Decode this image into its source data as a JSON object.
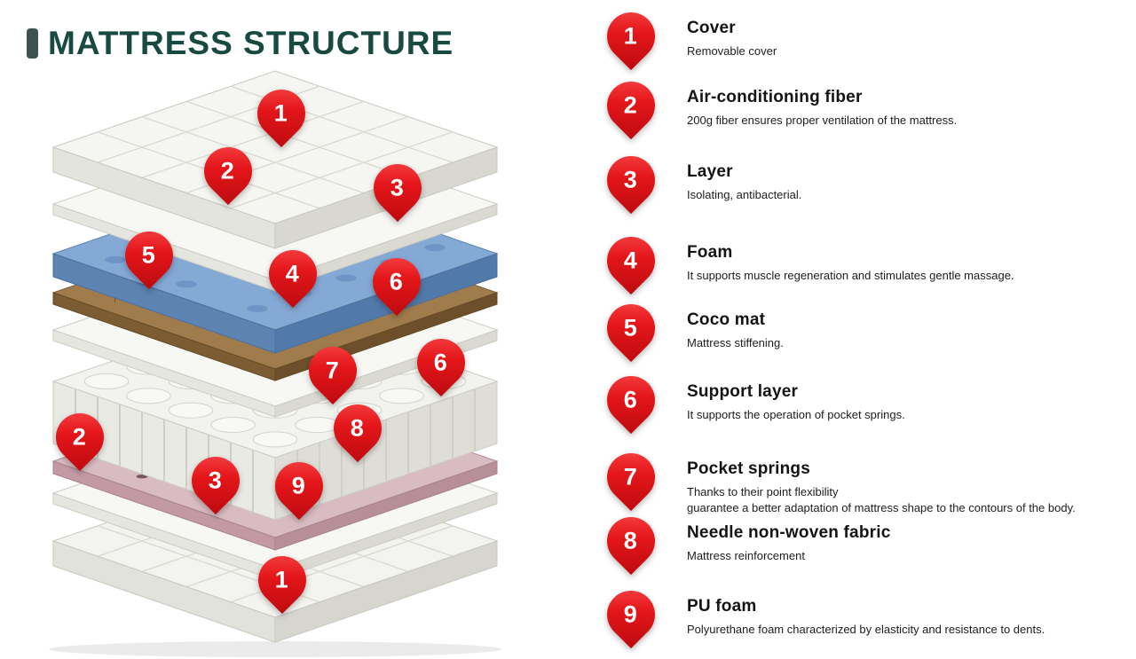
{
  "title": "MATTRESS STRUCTURE",
  "colors": {
    "accent_red": "#e0131a",
    "title_teal": "#194a42",
    "blue_foam": "#85a9d5",
    "coco_brown": "#a07c4c",
    "pu_foam_pink": "#d9bcc2"
  },
  "legend": [
    {
      "num": "1",
      "heading": "Cover",
      "desc": "Removable cover"
    },
    {
      "num": "2",
      "heading": "Air-conditioning fiber",
      "desc": "200g fiber ensures proper ventilation of the mattress."
    },
    {
      "num": "3",
      "heading": "Layer",
      "desc": "Isolating, antibacterial."
    },
    {
      "num": "4",
      "heading": "Foam",
      "desc": "It supports muscle regeneration and stimulates gentle massage."
    },
    {
      "num": "5",
      "heading": "Coco mat",
      "desc": "Mattress stiffening."
    },
    {
      "num": "6",
      "heading": "Support layer",
      "desc": "It supports the operation of pocket springs."
    },
    {
      "num": "7",
      "heading": "Pocket springs",
      "desc": "Thanks to their point flexibility\nguarantee a better adaptation of mattress shape to the contours of the body."
    },
    {
      "num": "8",
      "heading": "Needle non-woven fabric",
      "desc": "Mattress reinforcement"
    },
    {
      "num": "9",
      "heading": "PU foam",
      "desc": "Polyurethane foam characterized by elasticity and resistance to dents."
    }
  ],
  "diagram_pins": [
    {
      "label": "1"
    },
    {
      "label": "2"
    },
    {
      "label": "3"
    },
    {
      "label": "5"
    },
    {
      "label": "4"
    },
    {
      "label": "6"
    },
    {
      "label": "7"
    },
    {
      "label": "6"
    },
    {
      "label": "8"
    },
    {
      "label": "2"
    },
    {
      "label": "3"
    },
    {
      "label": "9"
    },
    {
      "label": "1"
    }
  ]
}
